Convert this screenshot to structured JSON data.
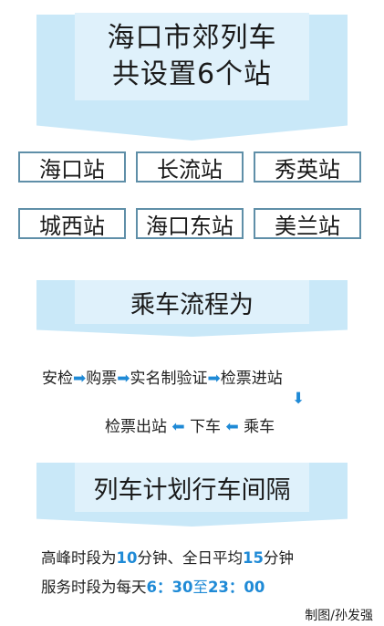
{
  "section1": {
    "title_line1": "海口市郊列车",
    "title_line2": "共设置6个站"
  },
  "stations": [
    "海口站",
    "长流站",
    "秀英站",
    "城西站",
    "海口东站",
    "美兰站"
  ],
  "section2": {
    "title": "乘车流程为",
    "flow": {
      "step1": "安检",
      "step2": "购票",
      "step3": "实名制验证",
      "step4": "检票进站",
      "step5": "乘车",
      "step6": "下车",
      "step7": "检票出站"
    }
  },
  "section3": {
    "title": "列车计划行车间隔",
    "line1": {
      "text_a": "高峰时段为",
      "value_a": "10",
      "text_b": "分钟、全日平均",
      "value_b": "15",
      "text_c": "分钟"
    },
    "line2": {
      "text_a": "服务时段为每天",
      "time_start": "6：30",
      "connector": "至",
      "time_end": "23：00"
    }
  },
  "credit": "制图/孙发强",
  "colors": {
    "accent": "#1f8ad6",
    "banner": "#c9e8f8",
    "border": "#5f8fa8"
  }
}
